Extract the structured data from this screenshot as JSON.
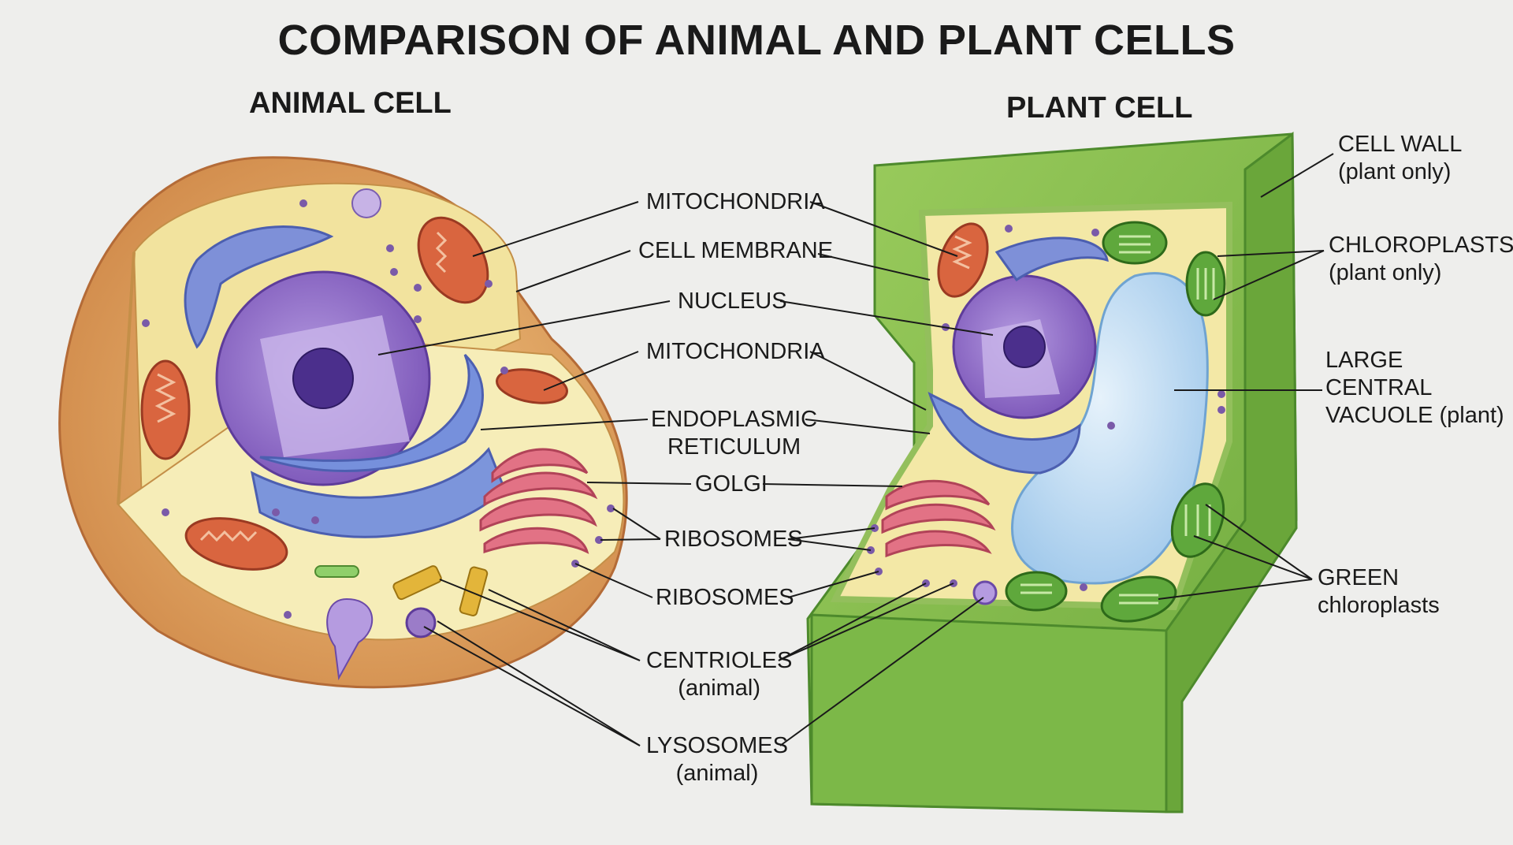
{
  "title": "COMPARISON OF ANIMAL AND PLANT CELLS",
  "animal_heading": "ANIMAL CELL",
  "plant_heading": "PLANT CELL",
  "labels": {
    "mito1": "MITOCHONDRIA",
    "membrane": "CELL MEMBRANE",
    "nucleus": "NUCLEUS",
    "mito2": "MITOCHONDRIA",
    "er1": "ENDOPLASMIC",
    "er2": "RETICULUM",
    "golgi": "GOLGI",
    "ribo1": "RIBOSOMES",
    "ribo2": "RIBOSOMES",
    "centrioles1": "CENTRIOLES",
    "centrioles2": "(animal)",
    "lysosomes1": "LYSOSOMES",
    "lysosomes2": "(animal)",
    "wall1": "CELL WALL",
    "wall2": "(plant only)",
    "chloro1": "CHLOROPLASTS",
    "chloro2": "(plant only)",
    "vacuole1": "LARGE",
    "vacuole2": "CENTRAL",
    "vacuole3": "VACUOLE (plant)",
    "green1": "GREEN",
    "green2": "chloroplasts"
  },
  "colors": {
    "background": "#eeeeec",
    "animal_outer": "#e0a35e",
    "cytoplasm": "#f3e7a6",
    "nucleus": "#8f6bc6",
    "er": "#6f86d2",
    "golgi": "#e27285",
    "mitochondria": "#d9653f",
    "plant_wall": "#86bd4f",
    "chloroplast": "#5fa83c",
    "vacuole": "#b9d8f0"
  }
}
